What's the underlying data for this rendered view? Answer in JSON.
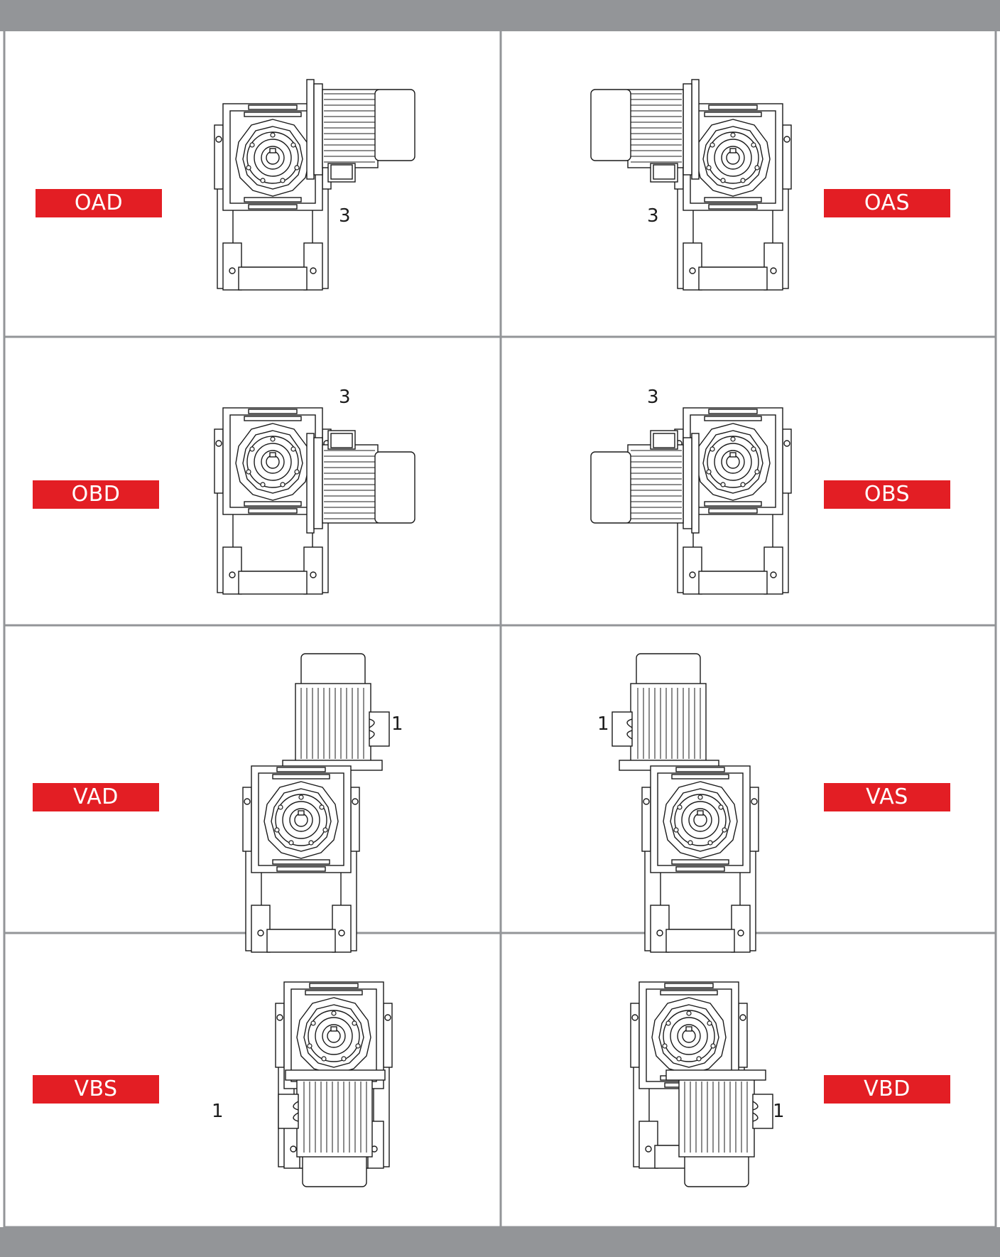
{
  "colors": {
    "band": "#939598",
    "label_bg": "#e31e24",
    "label_text": "#ffffff",
    "grid_line": "#939598",
    "drawing_stroke": "#1a1a1a"
  },
  "cells": [
    {
      "code": "OAD",
      "number": "3",
      "orientation": "horizontal",
      "motor_side": "right",
      "terminal": "bottom"
    },
    {
      "code": "OAS",
      "number": "3",
      "orientation": "horizontal",
      "motor_side": "left",
      "terminal": "bottom"
    },
    {
      "code": "OBD",
      "number": "3",
      "orientation": "horizontal",
      "motor_side": "right",
      "terminal": "top"
    },
    {
      "code": "OBS",
      "number": "3",
      "orientation": "horizontal",
      "motor_side": "left",
      "terminal": "top"
    },
    {
      "code": "VAD",
      "number": "1",
      "orientation": "vertical",
      "motor_side": "up",
      "terminal": "right"
    },
    {
      "code": "VAS",
      "number": "1",
      "orientation": "vertical",
      "motor_side": "up",
      "terminal": "left"
    },
    {
      "code": "VBS",
      "number": "1",
      "orientation": "vertical",
      "motor_side": "down",
      "terminal": "left"
    },
    {
      "code": "VBD",
      "number": "1",
      "orientation": "vertical",
      "motor_side": "down",
      "terminal": "right"
    }
  ]
}
